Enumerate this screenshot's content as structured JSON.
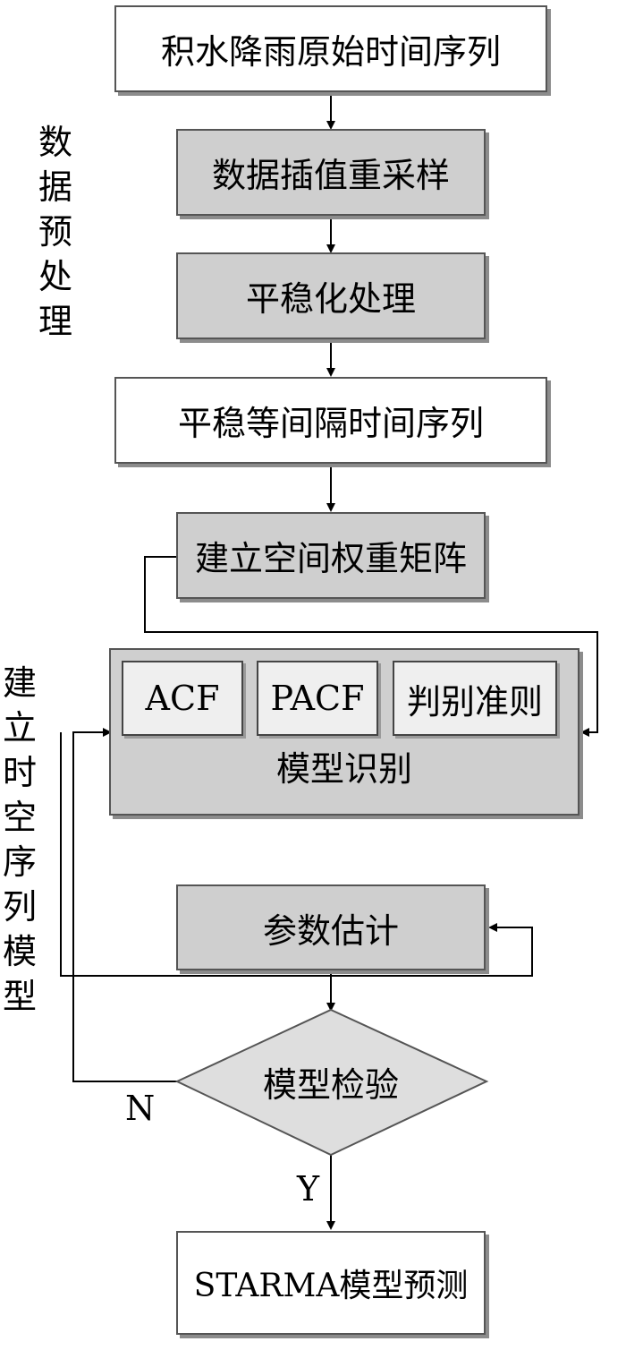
{
  "steps": {
    "raw_series": "积水降雨原始时间序列",
    "resample": "数据插值重采样",
    "stationarize": "平稳化处理",
    "stationary_series": "平稳等间隔时间序列",
    "weight_matrix": "建立空间权重矩阵",
    "acf": "ACF",
    "pacf": "PACF",
    "criterion": "判别准则",
    "identification": "模型识别",
    "estimation": "参数估计",
    "check": "模型检验",
    "forecast": "STARMA模型预测"
  },
  "side_labels": {
    "preprocess": "数据预处理",
    "modeling": "建立时空序列模型"
  },
  "branch": {
    "no": "N",
    "yes": "Y"
  }
}
